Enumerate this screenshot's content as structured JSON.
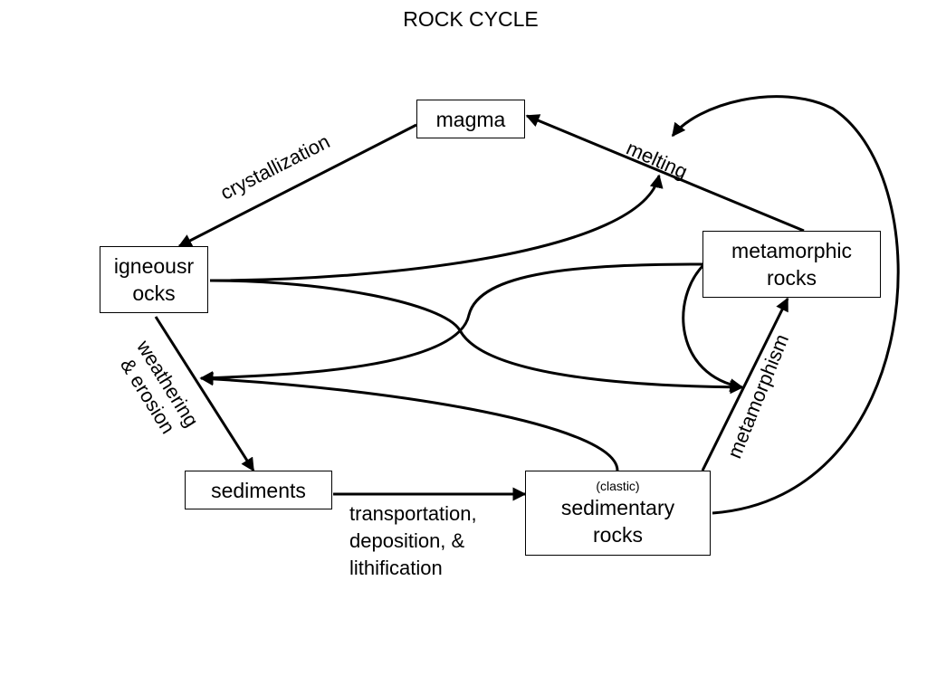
{
  "title": "ROCK CYCLE",
  "nodes": {
    "magma": "magma",
    "igneous_line1": "igneousr",
    "igneous_line2": "ocks",
    "metamorphic_line1": "metamorphic",
    "metamorphic_line2": "rocks",
    "sediments": "sediments",
    "sedimentary_note": "(clastic)",
    "sedimentary_line1": "sedimentary",
    "sedimentary_line2": "rocks"
  },
  "processes": {
    "crystallization": "crystallization",
    "melting": "melting",
    "weathering_line1": "weathering",
    "weathering_line2": "& erosion",
    "metamorphism": "metamorphism",
    "transport_line1": "transportation,",
    "transport_line2": "deposition, &",
    "transport_line3": "lithification"
  }
}
